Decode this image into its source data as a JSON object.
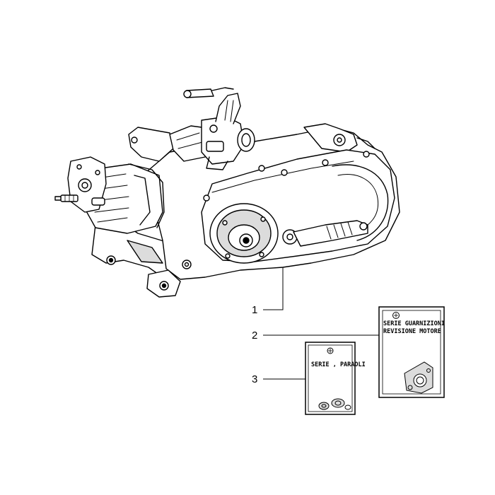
{
  "callouts": [
    {
      "number": "1"
    },
    {
      "number": "2"
    },
    {
      "number": "3"
    }
  ],
  "packages": {
    "gasket_set": {
      "line1": "SERIE GUARNIZIONI",
      "line2": "REVISIONE MOTORE"
    },
    "oil_seal_set": {
      "line1": "SERIE , PARAOLI"
    }
  },
  "colors": {
    "ink": "#000000",
    "paper": "#ffffff",
    "shade": "#dcdcdc"
  }
}
